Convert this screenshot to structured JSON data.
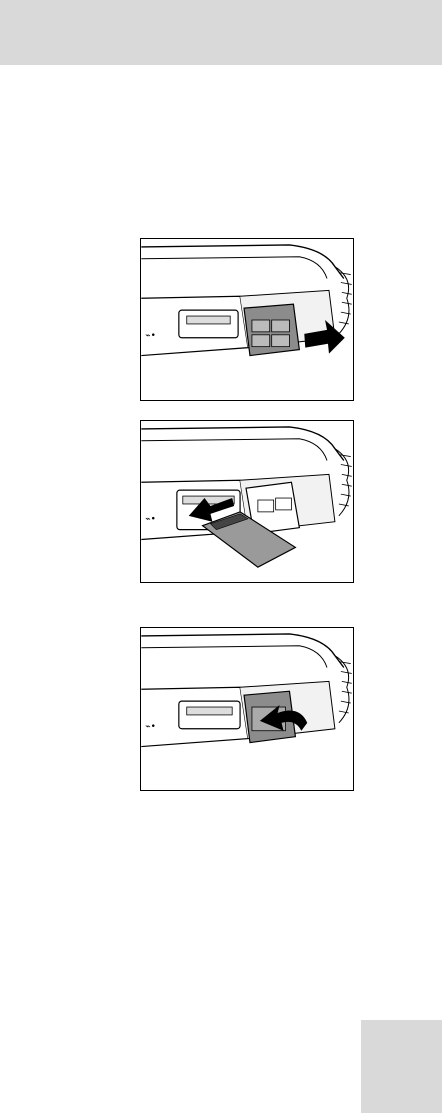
{
  "page": {
    "header_color": "#d9d9d9",
    "tab_color": "#d9d9d9"
  },
  "figures": [
    {
      "step": "open-cover",
      "arrow": "arrow-right"
    },
    {
      "step": "insert-card",
      "arrow": "arrow-left"
    },
    {
      "step": "close-cover",
      "arrow": "arrow-curved"
    }
  ]
}
